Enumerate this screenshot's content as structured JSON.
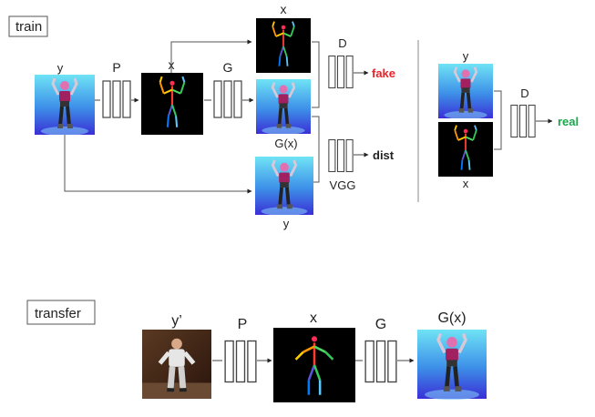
{
  "colors": {
    "fake": "#e8232a",
    "real": "#1aa64a",
    "line": "#444444",
    "photo_bg_top": "#5fd8f2",
    "photo_bg_bottom": "#3a35d8",
    "skeleton_bg": "#000000",
    "dancer_photo_bg": "#3a2418"
  },
  "train": {
    "section_label": "train",
    "y_label": "y",
    "p_label": "P",
    "x_label": "x",
    "g_label": "G",
    "top_x_label": "x",
    "d_label": "D",
    "fake_label": "fake",
    "gx_label": "G(x)",
    "dist_label": "dist",
    "vgg_label": "VGG",
    "bottom_y_label": "y",
    "right_y_label": "y",
    "right_d_label": "D",
    "real_label": "real",
    "right_x_label": "x"
  },
  "transfer": {
    "section_label": "transfer",
    "yprime_label": "y’",
    "p_label": "P",
    "x_label": "x",
    "g_label": "G",
    "gx_label": "G(x)"
  },
  "icons": {
    "photo": "person-photo",
    "skeleton": "pose-skeleton",
    "network": "layer-stack"
  }
}
